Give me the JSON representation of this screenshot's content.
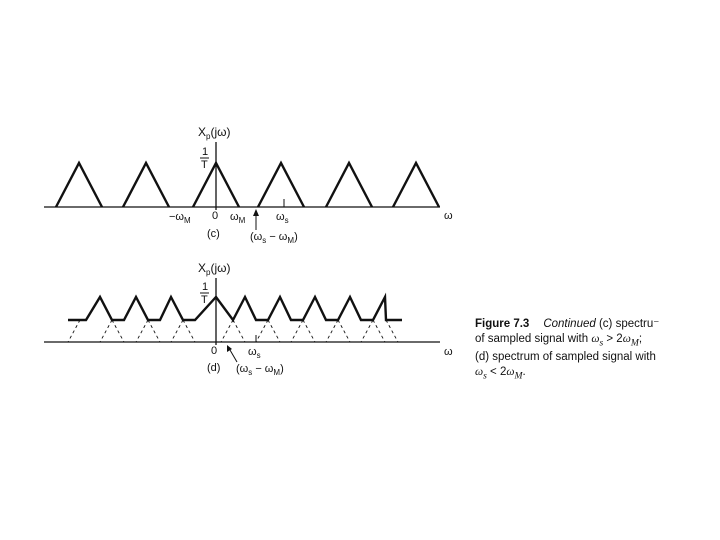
{
  "panel_c": {
    "y_label": "X",
    "y_label_sub": "p",
    "y_label_arg": "(jω)",
    "amp_num": "1",
    "amp_den": "T",
    "tick_neg_omega_m": "−ω",
    "tick_neg_omega_m_sub": "M",
    "tick_zero": "0",
    "tick_omega_m": "ω",
    "tick_omega_m_sub": "M",
    "tick_omega_s": "ω",
    "tick_omega_s_sub": "s",
    "axis_label": "ω",
    "panel_tag": "(c)",
    "gap_label_open": "(ω",
    "gap_label_s": "s",
    "gap_label_mid": " − ω",
    "gap_label_m": "M",
    "gap_label_close": ")"
  },
  "panel_d": {
    "y_label": "X",
    "y_label_sub": "p",
    "y_label_arg": "(jω)",
    "amp_num": "1",
    "amp_den": "T",
    "tick_zero": "0",
    "tick_omega_s": "ω",
    "tick_omega_s_sub": "s",
    "axis_label": "ω",
    "panel_tag": "(d)",
    "gap_label_open": "(ω",
    "gap_label_s": "s",
    "gap_label_mid": " − ω",
    "gap_label_m": "M",
    "gap_label_close": ")"
  },
  "caption": {
    "figure_number": "Figure 7.3",
    "continued": "Continued",
    "line1_rest": " (c) spectru⁻",
    "line2_a": "of sampled signal with ",
    "line2_math": "ω",
    "line2_math_sub": "s",
    "line2_b": " > 2",
    "line2_math2": "ω",
    "line2_math2_sub": "M",
    "line2_c": ";",
    "line3": "(d) spectrum of sampled signal with",
    "line4_math": "ω",
    "line4_math_sub": "s",
    "line4_b": " < 2",
    "line4_math2": "ω",
    "line4_math2_sub": "M",
    "line4_c": "."
  }
}
